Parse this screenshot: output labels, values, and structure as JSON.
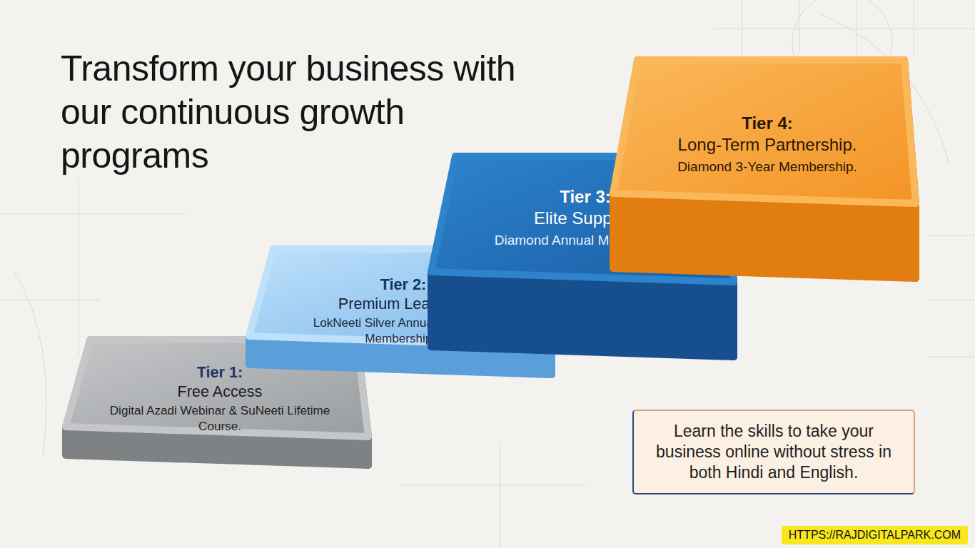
{
  "diagram": {
    "title": "Transform your business with our continuous growth programs",
    "nodes": [
      {
        "text": [
          "Tier 1:",
          "Free Access",
          "Digital Azadi Webinar & SuNeeti Lifetime Course."
        ]
      },
      {
        "text": [
          "Tier 2:",
          "Premium Learning.",
          "LokNeeti Silver Annual & Lifetime Memberships."
        ]
      },
      {
        "text": [
          "Tier 3:",
          "Elite Support.",
          "Diamond Annual Membership."
        ]
      },
      {
        "text": [
          "Tier 4:",
          "Long-Term Partnership.",
          "Diamond 3-Year Membership."
        ]
      },
      {
        "text": [
          "Learn the skills to take your business online without stress in both Hindi and English."
        ]
      },
      {
        "text": [
          "HTTPS://RAJDIGITALPARK.COM"
        ]
      }
    ]
  }
}
